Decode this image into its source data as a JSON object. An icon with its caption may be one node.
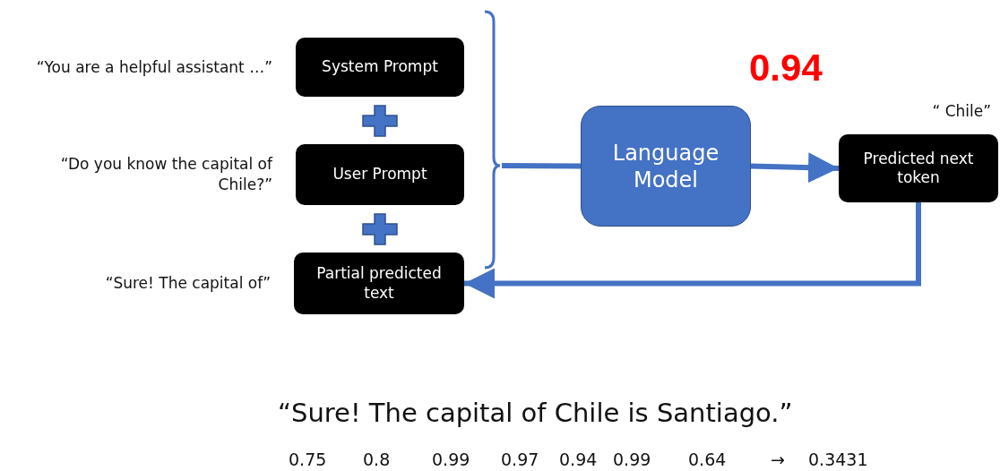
{
  "diagram": {
    "nodes": [
      {
        "text": [
          "System Prompt"
        ],
        "beside": [
          "“You are a helpful assistant …”"
        ]
      },
      {
        "text": [
          "User Prompt"
        ],
        "beside": [
          "“Do you know the capital of Chile?”"
        ]
      },
      {
        "text": [
          "Partial predicted text"
        ],
        "beside": [
          "“Sure! The capital of”"
        ]
      },
      {
        "text": [],
        "shape": "bracket"
      },
      {
        "text": [
          "Language Model"
        ]
      },
      {
        "text": [
          "Predicted next token"
        ],
        "beside": [
          "“ Chile”"
        ]
      }
    ],
    "edges": [
      {
        "from": 3,
        "to": 4,
        "arrow": "none"
      },
      {
        "from": 4,
        "to": 5,
        "arrow": "to"
      },
      {
        "from": 5,
        "to": 2,
        "arrow": "to"
      }
    ],
    "labels": [
      "0.94",
      "“Sure! The capital of Chile is Santiago.”",
      "0.75",
      "0.8",
      "0.99",
      "0.97",
      "0.94",
      "0.99",
      "0.64",
      "→",
      "0.3431"
    ]
  }
}
